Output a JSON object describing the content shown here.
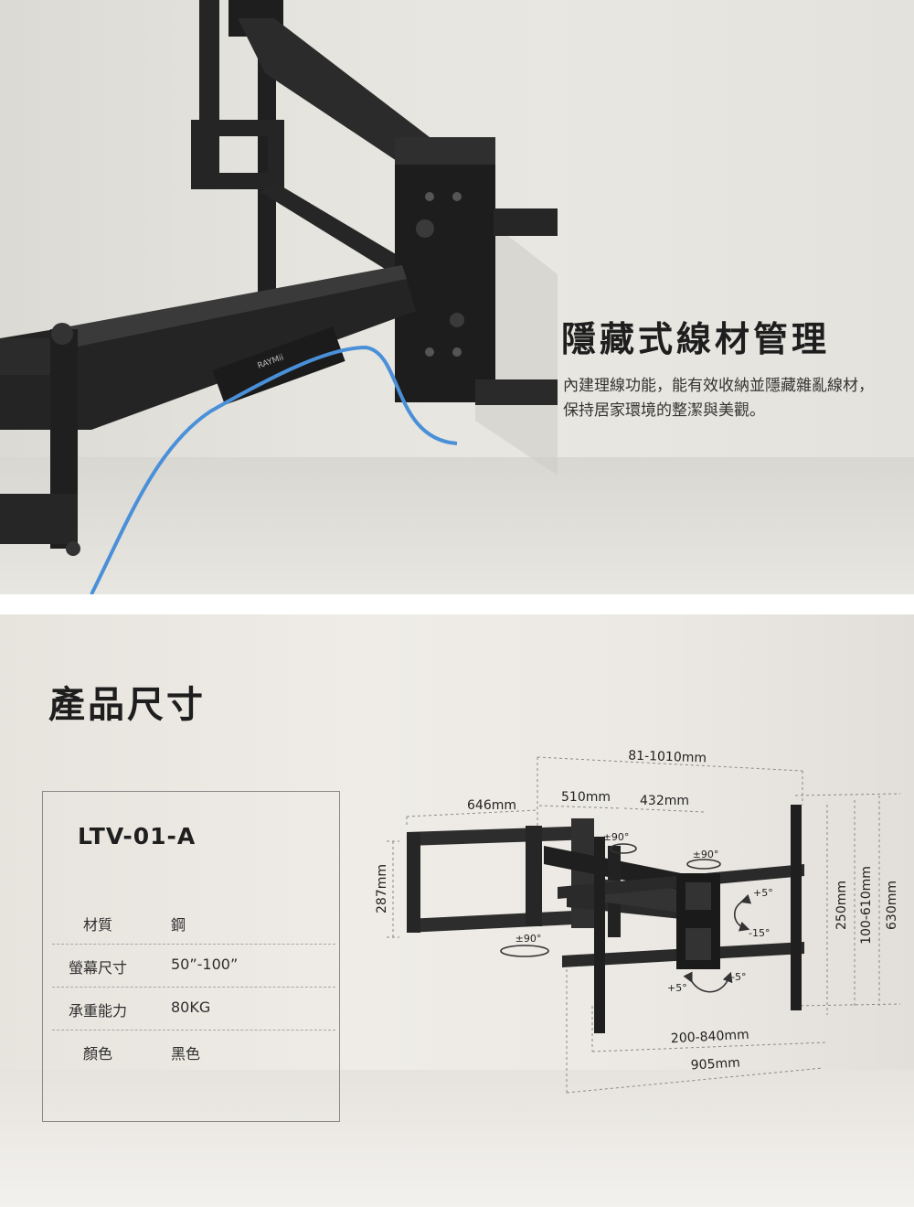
{
  "feature": {
    "title": "隱藏式線材管理",
    "description": "內建理線功能，能有效收納並隱藏雜亂線材，保持居家環境的整潔與美觀。",
    "brand_logo": "RAYMii"
  },
  "dimensions_section": {
    "title": "產品尺寸",
    "model": "LTV-01-A",
    "specs": [
      {
        "label": "材質",
        "value": "鋼"
      },
      {
        "label": "螢幕尺寸",
        "value": "50”-100”"
      },
      {
        "label": "承重能力",
        "value": "80KG"
      },
      {
        "label": "顏色",
        "value": "黑色"
      }
    ]
  },
  "diagram": {
    "dim_81_1010": "81-1010mm",
    "dim_646": "646mm",
    "dim_510": "510mm",
    "dim_432": "432mm",
    "dim_287": "287mm",
    "dim_250": "250mm",
    "dim_100_610": "100-610mm",
    "dim_630": "630mm",
    "dim_200_840": "200-840mm",
    "dim_905": "905mm",
    "swivel_wall": "±90°",
    "swivel_mid": "±90°",
    "swivel_plate": "±90°",
    "tilt_up": "+5°",
    "tilt_down": "-15°",
    "level_left": "+5°",
    "level_right": "-5°"
  },
  "colors": {
    "cable": "#4a90d9",
    "metal": "#2a2a2a",
    "title": "#1e1e1e"
  }
}
